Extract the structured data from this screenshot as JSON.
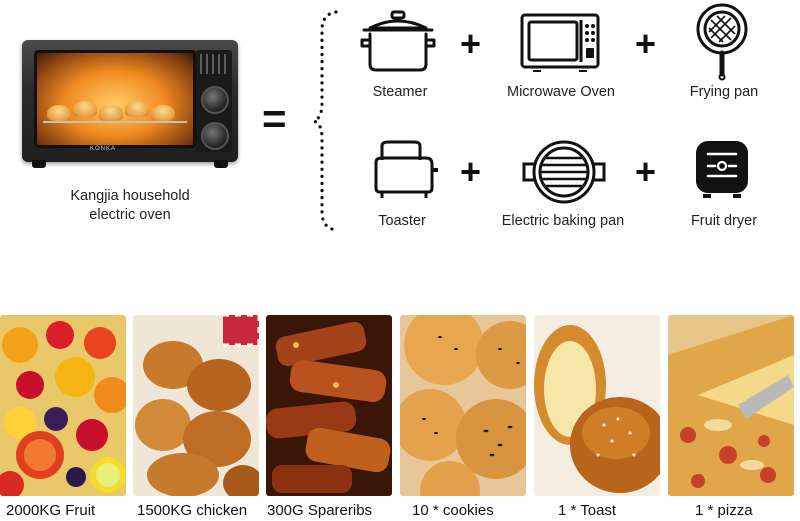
{
  "oven": {
    "brand_label": "KONKA",
    "caption_line1": "Kangjia household",
    "caption_line2": "electric oven"
  },
  "equals_sign": "=",
  "functions": {
    "row1": [
      {
        "label": "Steamer",
        "icon": "steamer-pot-icon"
      },
      {
        "label": "Microwave Oven",
        "icon": "microwave-icon"
      },
      {
        "label": "Frying pan",
        "icon": "frying-pan-icon"
      }
    ],
    "row2": [
      {
        "label": "Toaster",
        "icon": "toaster-icon"
      },
      {
        "label": "Electric baking pan",
        "icon": "baking-pan-icon"
      },
      {
        "label": "Fruit dryer",
        "icon": "fruit-dryer-icon"
      }
    ],
    "plus_sign": "+"
  },
  "foods": [
    {
      "caption": "2000KG Fruit",
      "photo": "mixed-fruit-photo"
    },
    {
      "caption": "1500KG chicken",
      "photo": "fried-chicken-photo"
    },
    {
      "caption": "300G Spareribs",
      "photo": "spareribs-photo"
    },
    {
      "caption": "10 * cookies",
      "photo": "sesame-cookies-photo"
    },
    {
      "caption": "1 * Toast",
      "photo": "bread-bun-photo"
    },
    {
      "caption": "1 * pizza",
      "photo": "pizza-photo"
    }
  ]
}
